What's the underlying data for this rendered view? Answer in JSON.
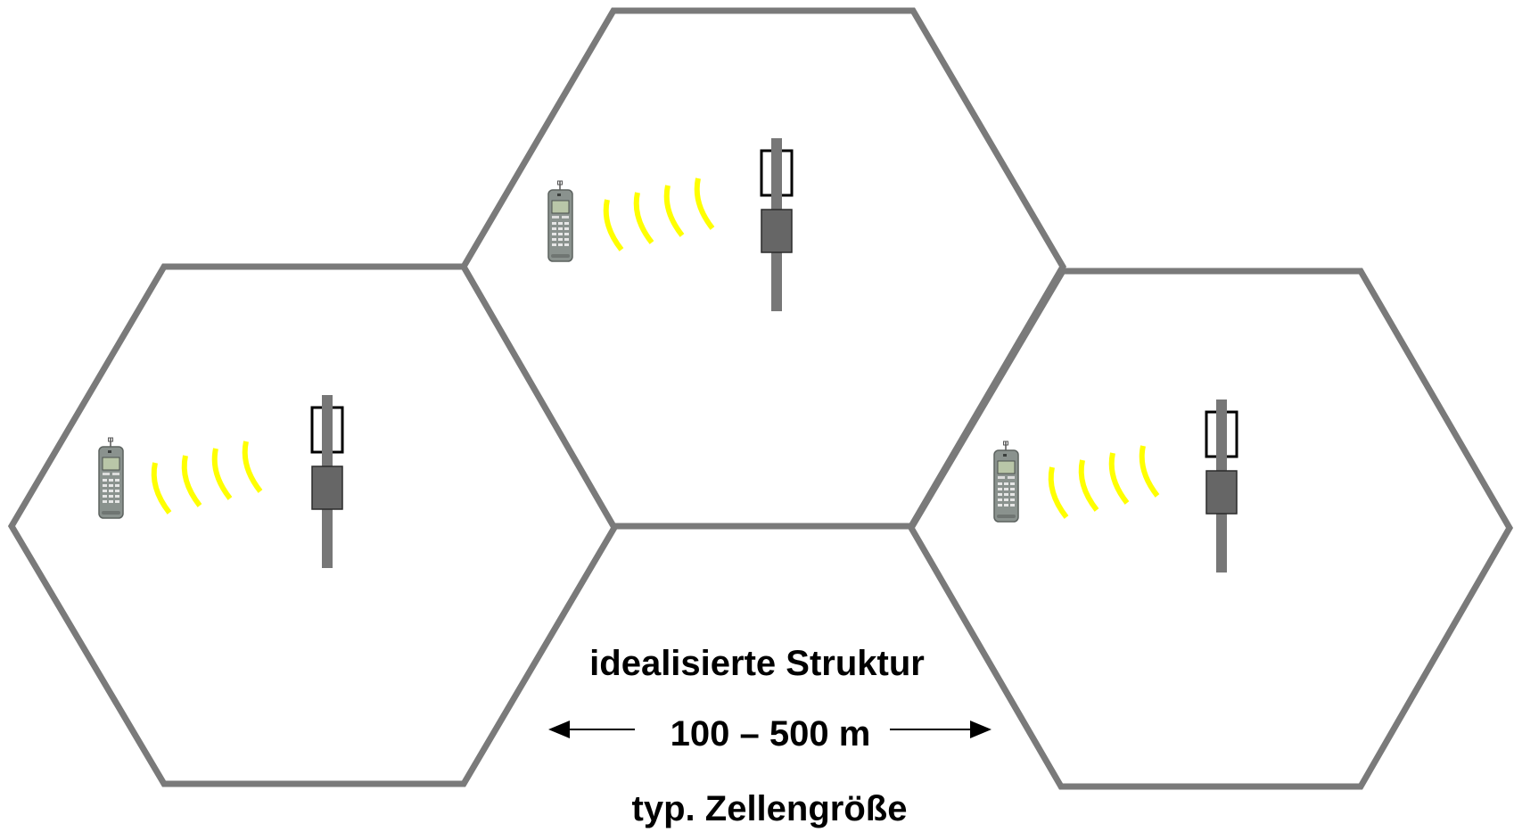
{
  "labels": {
    "structure": "idealisierte Struktur",
    "size_range": "100 – 500 m",
    "size_caption": "typ. Zellengröße"
  },
  "colors": {
    "cell_border": "#7a7a7a",
    "signal_wave": "#ffff00",
    "tower": "#777777",
    "antenna_panel": "#666666",
    "phone_body": "#8a928e",
    "phone_screen": "#b9c6a8",
    "arrow": "#000000"
  },
  "cells": [
    {
      "name": "left",
      "icons": [
        "mobile-phone-icon",
        "signal-waves-icon",
        "base-station-icon"
      ]
    },
    {
      "name": "top",
      "icons": [
        "mobile-phone-icon",
        "signal-waves-icon",
        "base-station-icon"
      ]
    },
    {
      "name": "right",
      "icons": [
        "mobile-phone-icon",
        "signal-waves-icon",
        "base-station-icon"
      ]
    }
  ]
}
